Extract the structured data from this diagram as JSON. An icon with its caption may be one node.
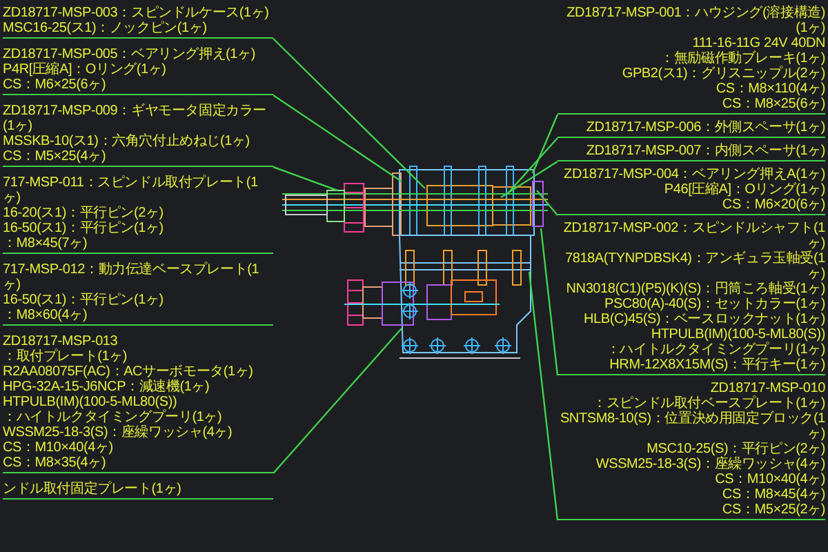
{
  "diagram": {
    "nodes": [
      {
        "text": [
          "ZD18717-MSP-003：スピンドルケース(1ヶ)",
          "MSC16-25(ス1)：ノックピン(1ヶ)"
        ]
      },
      {
        "text": [
          "ZD18717-MSP-001：ハウジング(溶接構造)(1ヶ)",
          "111-16-11G 24V 40DN",
          "：無励磁作動ブレーキ(1ヶ)",
          "GPB2(ス1)：グリスニップル(2ヶ)",
          "CS：M8×110(4ヶ)",
          "CS：M8×25(6ヶ)"
        ]
      },
      {
        "text": [
          "ZD18717-MSP-005：ベアリング押え(1ヶ)",
          "P4R[圧縮A]：Oリング(1ヶ)",
          "CS：M6×25(6ヶ)"
        ]
      },
      {
        "text": [
          "ZD18717-MSP-006：外側スペーサ(1ヶ)"
        ]
      },
      {
        "text": [
          "ZD18717-MSP-007：内側スペーサ(1ヶ)"
        ]
      },
      {
        "text": [
          "ZD18717-MSP-009：ギヤモータ固定カラー(1ヶ)",
          "MSSKB-10(ス1)：六角穴付止めねじ(1ヶ)",
          "CS：M5×25(4ヶ)"
        ]
      },
      {
        "text": [
          "ZD18717-MSP-004：ベアリング押えA(1ヶ)",
          "P46[圧縮A]：Oリング(1ヶ)",
          "CS：M6×20(6ヶ)"
        ]
      },
      {
        "text": [
          "ZD18717-MSP-002：スピンドルシャフト(1ヶ)",
          "7818A(TYNPDBSK4)：アンギュラ玉軸受(1ヶ)",
          "NN3018(C1)(P5)(K)(S)：円筒ころ軸受(1ヶ)",
          "PSC80(A)-40(S)：セットカラー(1ヶ)",
          "HLB(C)45(S)：ベースロックナット(1ヶ)",
          "HTPULB(IM)(100-5-ML80(S))",
          "：ハイトルクタイミングプーリ(1ヶ)",
          "HRM-12X8X15M(S)：平行キー(1ヶ)"
        ]
      },
      {
        "text": [
          "717-MSP-011：スピンドル取付プレート(1ヶ)",
          "16-20(ス1)：平行ピン(2ヶ)",
          "16-50(ス1)：平行ピン(1ヶ)",
          "：M8×45(7ヶ)"
        ]
      },
      {
        "text": [
          "ZD18717-MSP-010",
          "：スピンドル取付ベースプレート(1ヶ)",
          "SNTSM8-10(S)：位置決め用固定ブロック(1ヶ)",
          "MSC10-25(S)：平行ピン(2ヶ)",
          "WSSM25-18-3(S)：座繰ワッシャ(4ヶ)",
          "CS：M10×40(4ヶ)",
          "CS：M8×45(4ヶ)",
          "CS：M5×25(2ヶ)"
        ]
      },
      {
        "text": [
          "717-MSP-012：動力伝達ベースプレート(1ヶ)",
          "16-50(ス1)：平行ピン(1ヶ)",
          "：M8×60(4ヶ)"
        ]
      },
      {
        "text": [
          "ZD18717-MSP-013",
          "：取付プレート(1ヶ)",
          "R2AA08075F(AC)：ACサーボモータ(1ヶ)",
          "HPG-32A-15-J6NCP：減速機(1ヶ)",
          "HTPULB(IM)(100-5-ML80(S))",
          "：ハイトルクタイミングプーリ(1ヶ)",
          "WSSM25-18-3(S)：座繰ワッシャ(4ヶ)",
          "CS：M10×40(4ヶ)",
          "CS：M8×35(4ヶ)"
        ]
      },
      {
        "text": [
          "ンドル取付固定プレート(1ヶ)"
        ]
      }
    ],
    "edges": [
      {
        "from": 0,
        "to": null,
        "arrow": "none"
      },
      {
        "from": 1,
        "to": null,
        "arrow": "none"
      },
      {
        "from": 2,
        "to": null,
        "arrow": "none"
      },
      {
        "from": 3,
        "to": null,
        "arrow": "none"
      },
      {
        "from": 4,
        "to": null,
        "arrow": "none"
      },
      {
        "from": 5,
        "to": null,
        "arrow": "none"
      },
      {
        "from": 6,
        "to": null,
        "arrow": "none"
      },
      {
        "from": 7,
        "to": null,
        "arrow": "none"
      },
      {
        "from": 9,
        "to": null,
        "arrow": "none"
      },
      {
        "from": 11,
        "to": null,
        "arrow": "none"
      }
    ]
  }
}
